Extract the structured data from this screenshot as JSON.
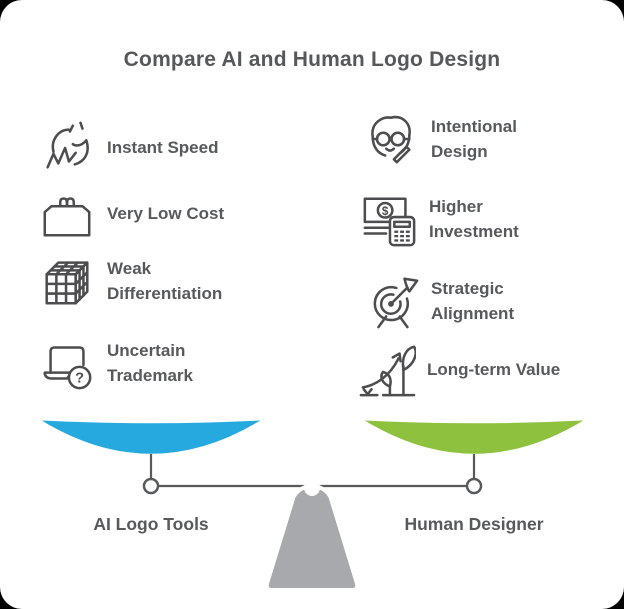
{
  "title": "Compare AI and Human Logo Design",
  "left": {
    "label": "AI Logo Tools",
    "pan_color": "#26A9DF",
    "items": [
      {
        "icon": "meteor-speed-icon",
        "label": "Instant Speed"
      },
      {
        "icon": "briefcase-icon",
        "label": "Very Low Cost"
      },
      {
        "icon": "rubik-cube-icon",
        "label": "Weak\nDifferentiation"
      },
      {
        "icon": "laptop-question-icon",
        "label": "Uncertain\nTrademark"
      }
    ]
  },
  "right": {
    "label": "Human Designer",
    "pan_color": "#8DC13E",
    "items": [
      {
        "icon": "designer-face-icon",
        "label": "Intentional\nDesign"
      },
      {
        "icon": "money-calculator-icon",
        "label": "Higher\nInvestment"
      },
      {
        "icon": "target-dart-icon",
        "label": "Strategic\nAlignment"
      },
      {
        "icon": "growth-plant-icon",
        "label": "Long-term Value"
      }
    ]
  },
  "glyphs": {
    "dollar": "$",
    "question": "?"
  },
  "colors": {
    "text": "#58595B",
    "icon_stroke": "#4D4D4F",
    "fulcrum_gray": "#A7A9AC",
    "pan_blue": "#26A9DF",
    "pan_green": "#8DC13E"
  }
}
